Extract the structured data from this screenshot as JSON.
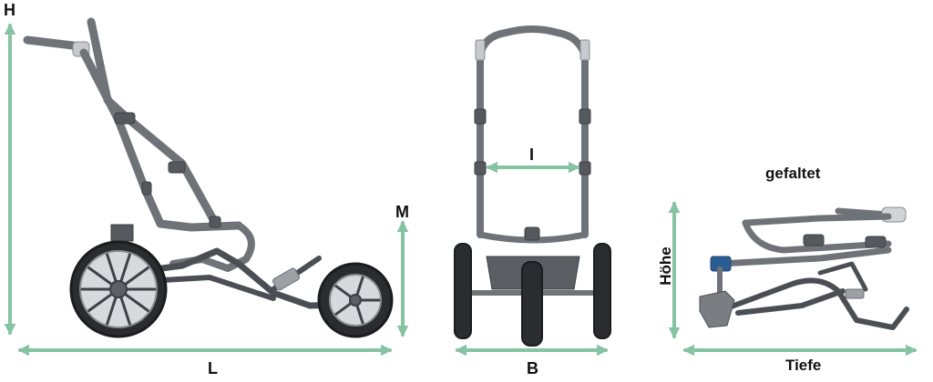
{
  "labels": {
    "height": "H",
    "length": "L",
    "mid_height": "M",
    "inner_width": "I",
    "width": "B",
    "folded_title": "gefaltet",
    "folded_height": "Höhe",
    "folded_depth": "Tiefe"
  },
  "colors": {
    "dimension_line": "#86c3a3",
    "frame": "#6f7378",
    "tire": "#2a2c2f"
  }
}
